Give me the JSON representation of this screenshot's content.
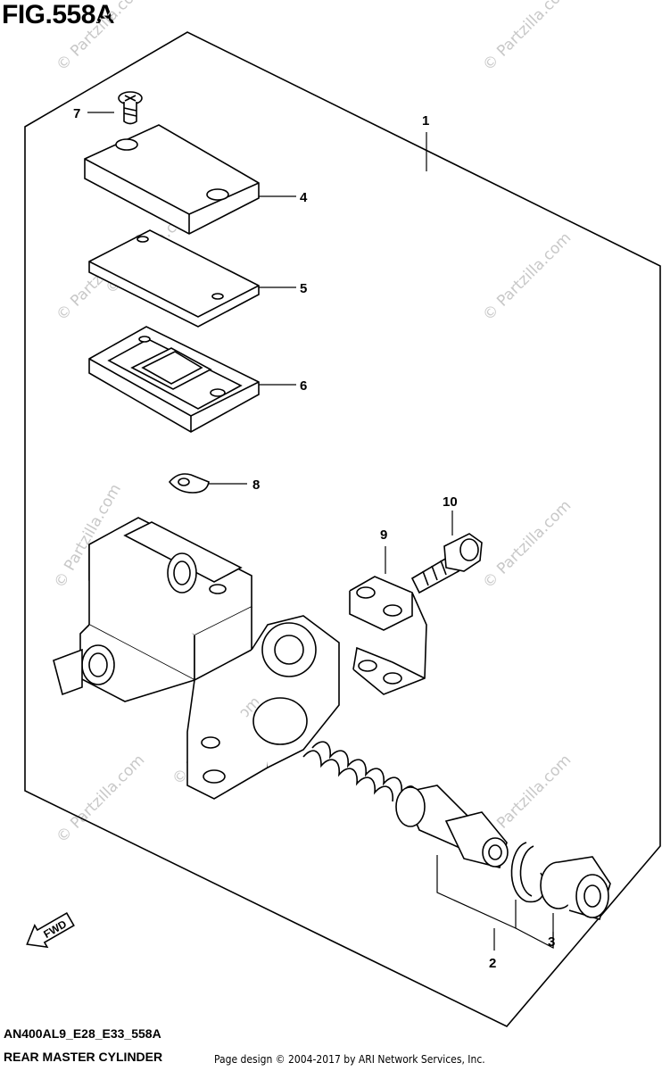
{
  "figure": {
    "title": "FIG.558A",
    "code": "AN400AL9_E28_E33_558A",
    "description": "REAR MASTER CYLINDER",
    "credit": "Page design © 2004-2017 by ARI Network Services, Inc.",
    "fwd_label": "FWD",
    "watermark": "© Partzilla.com"
  },
  "callouts": [
    {
      "id": "1",
      "label": "1"
    },
    {
      "id": "2",
      "label": "2"
    },
    {
      "id": "3",
      "label": "3"
    },
    {
      "id": "4",
      "label": "4"
    },
    {
      "id": "5",
      "label": "5"
    },
    {
      "id": "6",
      "label": "6"
    },
    {
      "id": "7",
      "label": "7"
    },
    {
      "id": "8",
      "label": "8"
    },
    {
      "id": "9",
      "label": "9"
    },
    {
      "id": "10",
      "label": "10"
    }
  ],
  "colors": {
    "line": "#000000",
    "watermark": "#c8c8c8",
    "background": "#ffffff"
  }
}
